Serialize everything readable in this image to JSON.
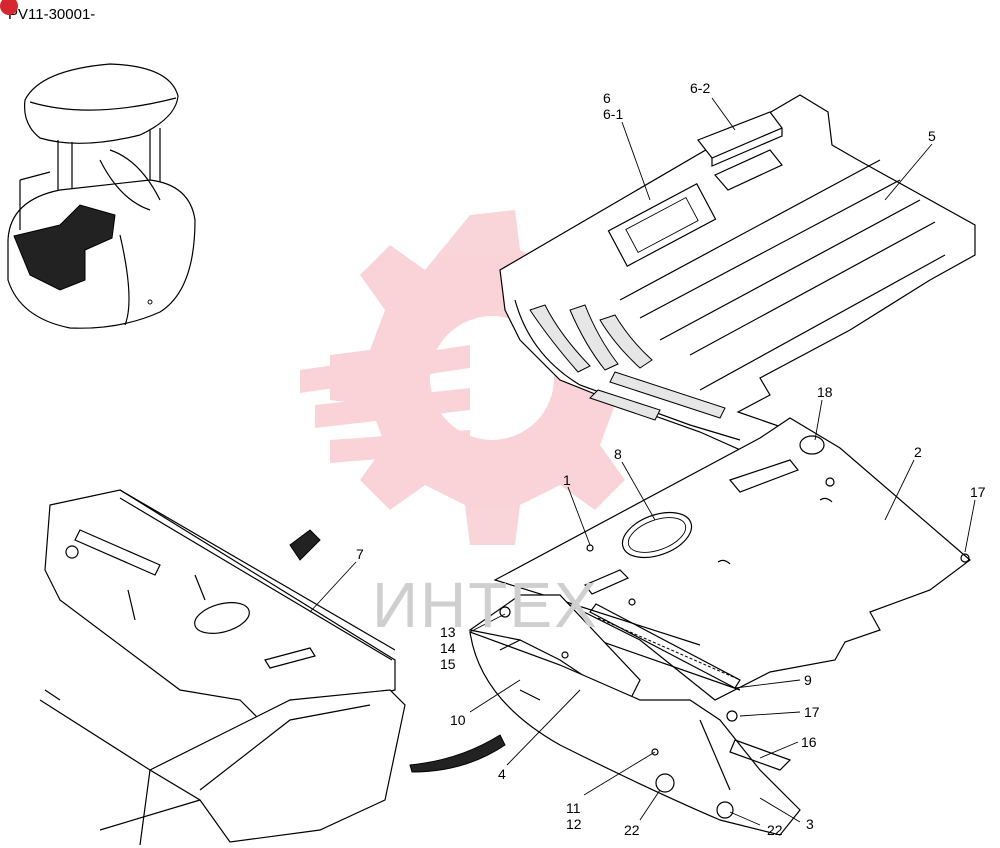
{
  "header": {
    "part_code": "PV11-30001-"
  },
  "watermark": {
    "text": "ИНТЕХ",
    "color": "#f2a0a8"
  },
  "callouts": {
    "c1": "1",
    "c2": "2",
    "c3": "3",
    "c4": "4",
    "c5": "5",
    "c6": "6",
    "c6_1": "6-1",
    "c6_2": "6-2",
    "c7": "7",
    "c8": "8",
    "c9": "9",
    "c10": "10",
    "c11": "11",
    "c12": "12",
    "c13": "13",
    "c14": "14",
    "c15": "15",
    "c16": "16",
    "c17a": "17",
    "c17b": "17",
    "c18": "18",
    "c22a": "22",
    "c22b": "22"
  }
}
